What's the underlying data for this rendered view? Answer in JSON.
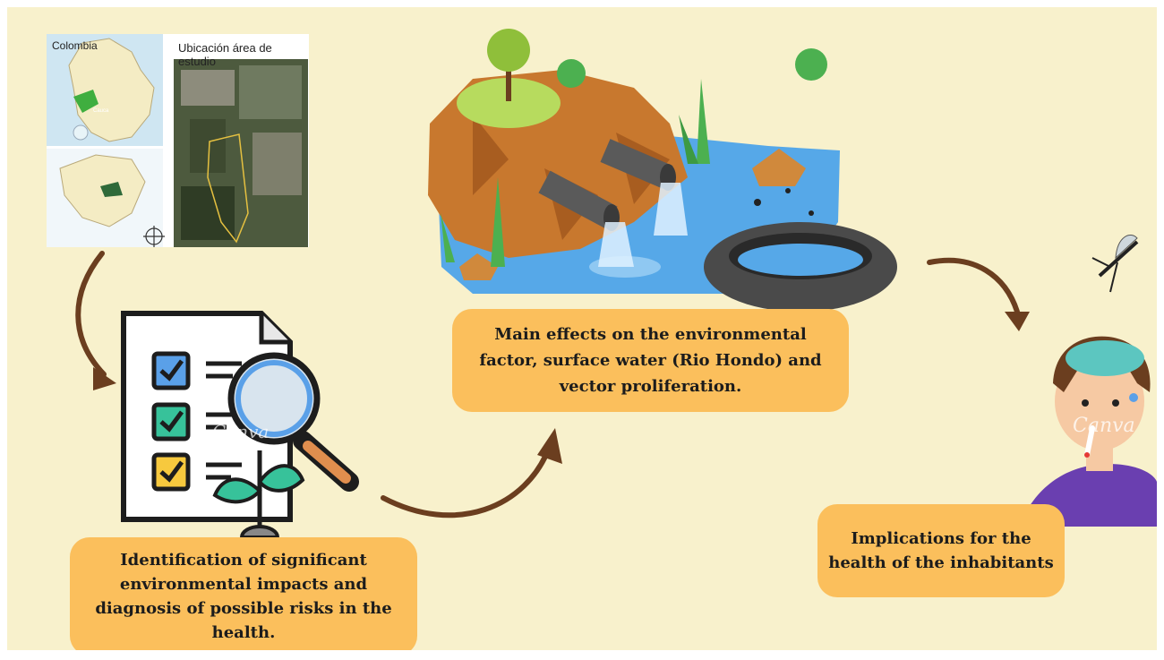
{
  "map": {
    "country_label": "Colombia",
    "study_area_title": "Ubicación área de estudio",
    "region_label": "Cauca"
  },
  "steps": [
    {
      "text": "Identification of significant environmental impacts and diagnosis of possible risks in the health."
    },
    {
      "text": "Main effects on the environmental factor, surface water (Rio Hondo) and vector proliferation."
    },
    {
      "text": "Implications for the health of the inhabitants"
    }
  ],
  "watermark": "Canva",
  "colors": {
    "background": "#f8f1cc",
    "box_fill": "#fbbf5c",
    "arrow": "#6b3e1f",
    "water": "#56a8e8",
    "earth": "#c8782e"
  },
  "icons": [
    "map-icon",
    "checklist-icon",
    "magnifier-icon",
    "plant-icon",
    "pond-scene-icon",
    "pipe-icon",
    "tire-icon",
    "mosquito-icon",
    "sick-person-icon",
    "arrow-icon"
  ]
}
